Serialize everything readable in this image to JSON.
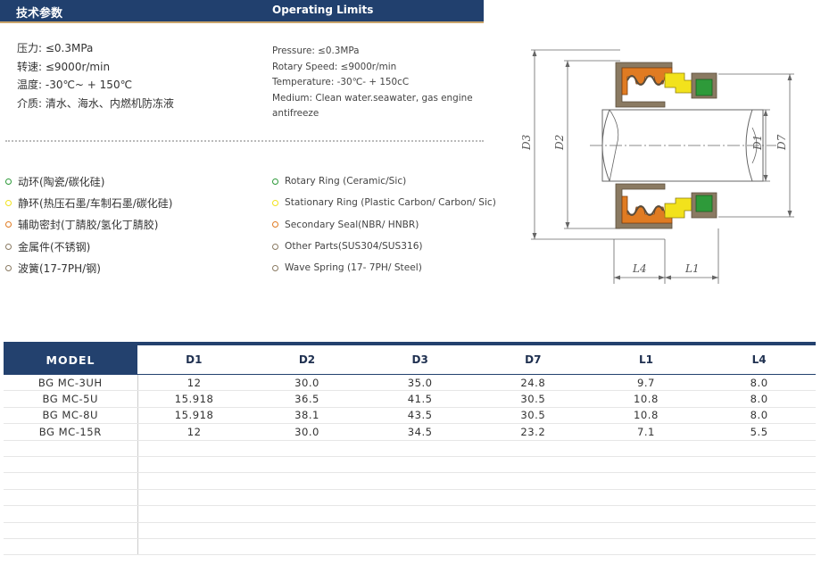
{
  "header": {
    "title_cn": "技术参数",
    "title_en": "Operating Limits"
  },
  "limits_cn": [
    "压力: ≤0.3MPa",
    "转速: ≤9000r/min",
    "温度: -30℃~ + 150℃",
    "介质: 清水、海水、内燃机防冻液"
  ],
  "limits_en": [
    "Pressure: ≤0.3MPa",
    "Rotary Speed: ≤9000r/min",
    "Temperature: -30℃- + 150cC",
    "Medium: Clean water.seawater, gas engine antifreeze"
  ],
  "materials": [
    {
      "cn": "动环(陶瓷/碳化硅)",
      "en": "Rotary Ring (Ceramic/Sic)",
      "color": "#2e9a3a"
    },
    {
      "cn": "静环(热压石墨/车制石墨/碳化硅)",
      "en": "Stationary Ring (Plastic Carbon/ Carbon/ Sic)",
      "color": "#f2e21c"
    },
    {
      "cn": "辅助密封(丁腈胶/氢化丁腈胶)",
      "en": "Secondary Seal(NBR/ HNBR)",
      "color": "#e07b22"
    },
    {
      "cn": "金属件(不锈钢)",
      "en": "Other Parts(SUS304/SUS316)",
      "color": "#8a7a62"
    },
    {
      "cn": "波簧(17-7PH/钢)",
      "en": "Wave Spring (17- 7PH/ Steel)",
      "color": "#8a7a62"
    }
  ],
  "drawing": {
    "labels": {
      "d3": "D3",
      "d2": "D2",
      "d1": "D1",
      "d7": "D7",
      "l4": "L4",
      "l1": "L1"
    },
    "colors": {
      "rubber": "#e07b22",
      "carbon": "#f2e21c",
      "ceramic": "#2e9a3a",
      "metal": "#8a7a62",
      "line": "#666666"
    }
  },
  "table": {
    "headers": [
      "MODEL",
      "D1",
      "D2",
      "D3",
      "D7",
      "L1",
      "L4"
    ],
    "rows": [
      [
        "BG MC-3UH",
        "12",
        "30.0",
        "35.0",
        "24.8",
        "9.7",
        "8.0"
      ],
      [
        "BG MC-5U",
        "15.918",
        "36.5",
        "41.5",
        "30.5",
        "10.8",
        "8.0"
      ],
      [
        "BG MC-8U",
        "15.918",
        "38.1",
        "43.5",
        "30.5",
        "10.8",
        "8.0"
      ],
      [
        "BG MC-15R",
        "12",
        "30.0",
        "34.5",
        "23.2",
        "7.1",
        "5.5"
      ]
    ],
    "empty_rows": 7
  }
}
